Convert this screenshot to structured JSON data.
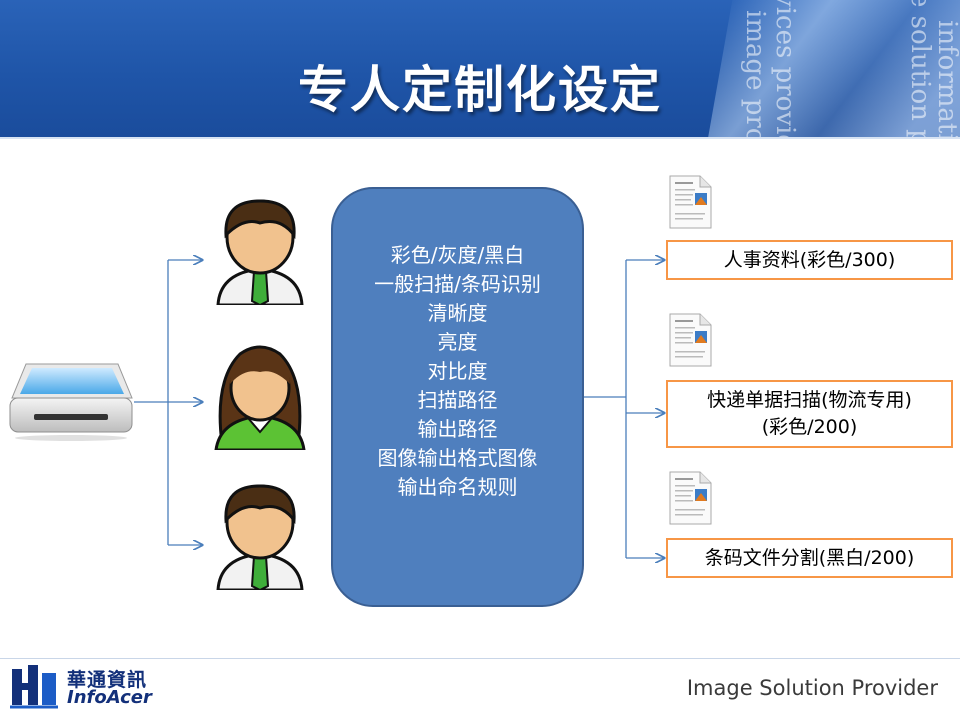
{
  "header": {
    "title": "专人定制化设定",
    "deco_lines": [
      "vices provide",
      "image proce",
      "e solution prov",
      "informatio"
    ]
  },
  "center": {
    "items": [
      "彩色/灰度/黑白",
      "一般扫描/条码识别",
      "清晰度",
      "亮度",
      "对比度",
      "扫描路径",
      "输出路径",
      "图像输出格式图像",
      "输出命名规则"
    ]
  },
  "outputs": [
    {
      "line1": "人事资料(彩色/300)",
      "line2": ""
    },
    {
      "line1": "快递单据扫描(物流专用)",
      "line2": "(彩色/200)"
    },
    {
      "line1": "条码文件分割(黑白/200)",
      "line2": ""
    }
  ],
  "footer": {
    "tagline": "Image Solution Provider",
    "logo_cn": "華通資訊",
    "logo_en": "InfoAcer"
  },
  "colors": {
    "header": "#1f55a8",
    "center_box": "#4f7fbe",
    "output_border": "#f79646",
    "connector": "#4a7ebb"
  }
}
